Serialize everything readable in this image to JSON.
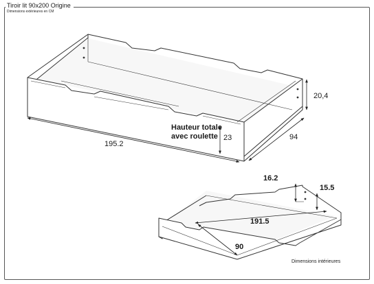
{
  "header": {
    "title": "Tiroir lit 90x200 Origine",
    "subtitle": "Dimensions extérieures en CM"
  },
  "outer_drawer": {
    "length": "195.2",
    "depth": "94",
    "height": "20,4",
    "total_height_label": "Hauteur totale\navec roulette",
    "total_height": "23"
  },
  "inner_drawer": {
    "length": "191.5",
    "depth": "90",
    "height": "15.5",
    "notch": "16.2",
    "caption": "Dimensions intérieures"
  }
}
